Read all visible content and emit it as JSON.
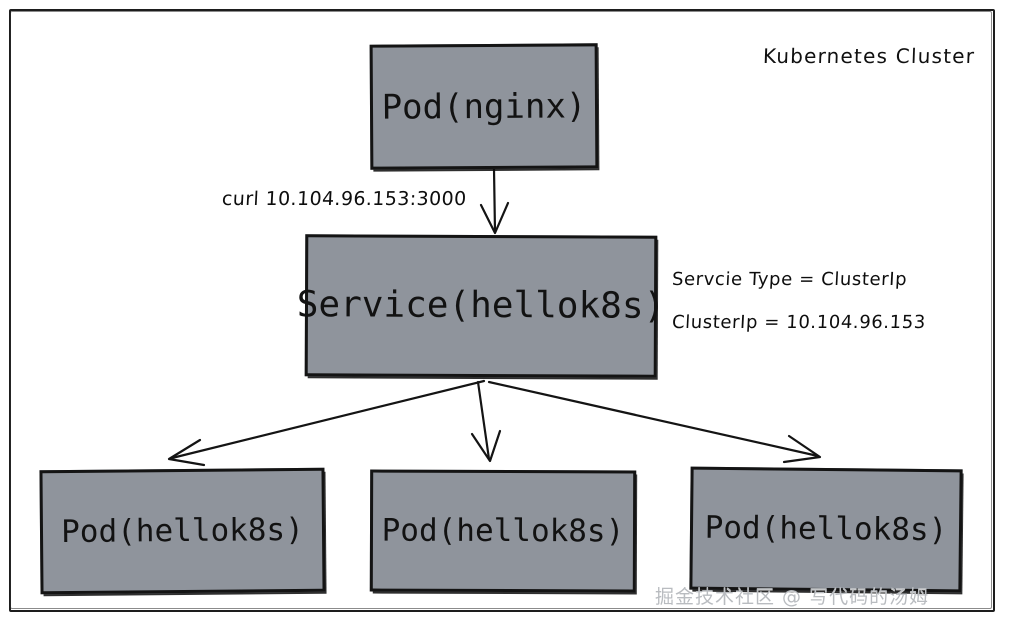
{
  "diagram": {
    "title": "Kubernetes Cluster",
    "nodes": [
      {
        "id": "pod-nginx",
        "label": "Pod(nginx)"
      },
      {
        "id": "service",
        "label": "Service(hellok8s)"
      },
      {
        "id": "pod-1",
        "label": "Pod(hellok8s)"
      },
      {
        "id": "pod-2",
        "label": "Pod(hellok8s)"
      },
      {
        "id": "pod-3",
        "label": "Pod(hellok8s)"
      }
    ],
    "annotations": {
      "curl_command": "curl 10.104.96.153:3000",
      "service_type": "Servcie Type = ClusterIp",
      "cluster_ip": "ClusterIp = 10.104.96.153"
    },
    "watermark": "掘金技术社区 @ 写代码的汤姆",
    "colors": {
      "node_fill": "#8f949c",
      "node_stroke": "#141414",
      "frame_stroke": "#1d1d1d",
      "text": "#121212",
      "watermark": "#b9bcc0",
      "background": "#ffffff"
    }
  }
}
